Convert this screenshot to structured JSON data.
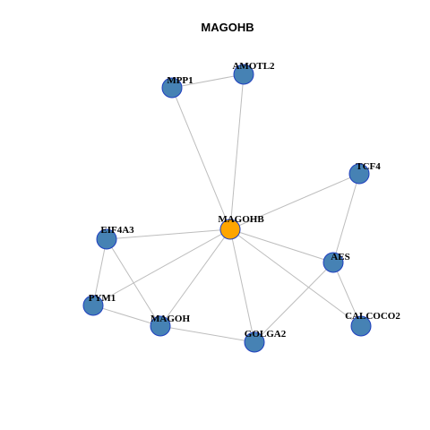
{
  "title": "MAGOHB",
  "colors": {
    "hub": "#FFA500",
    "node": "#4682B4",
    "node_border": "#2233BB",
    "edge": "#BDBDBD"
  },
  "nodes": [
    {
      "id": "MAGOHB",
      "label": "MAGOHB",
      "role": "hub"
    },
    {
      "id": "MPP1",
      "label": "MPP1",
      "role": "node"
    },
    {
      "id": "AMOTL2",
      "label": "AMOTL2",
      "role": "node"
    },
    {
      "id": "TCF4",
      "label": "TCF4",
      "role": "node"
    },
    {
      "id": "EIF4A3",
      "label": "EIF4A3",
      "role": "node"
    },
    {
      "id": "AES",
      "label": "AES",
      "role": "node"
    },
    {
      "id": "PYM1",
      "label": "PYM1",
      "role": "node"
    },
    {
      "id": "MAGOH",
      "label": "MAGOH",
      "role": "node"
    },
    {
      "id": "CALCOCO2",
      "label": "CALCOCO2",
      "role": "node"
    },
    {
      "id": "GOLGA2",
      "label": "GOLGA2",
      "role": "node"
    }
  ],
  "edges": [
    [
      "MPP1",
      "AMOTL2"
    ],
    [
      "MPP1",
      "MAGOHB"
    ],
    [
      "AMOTL2",
      "MAGOHB"
    ],
    [
      "TCF4",
      "MAGOHB"
    ],
    [
      "TCF4",
      "AES"
    ],
    [
      "EIF4A3",
      "MAGOHB"
    ],
    [
      "EIF4A3",
      "PYM1"
    ],
    [
      "EIF4A3",
      "MAGOH"
    ],
    [
      "MAGOHB",
      "AES"
    ],
    [
      "MAGOHB",
      "PYM1"
    ],
    [
      "MAGOHB",
      "MAGOH"
    ],
    [
      "MAGOHB",
      "GOLGA2"
    ],
    [
      "MAGOHB",
      "CALCOCO2"
    ],
    [
      "AES",
      "CALCOCO2"
    ],
    [
      "AES",
      "GOLGA2"
    ],
    [
      "PYM1",
      "MAGOH"
    ],
    [
      "MAGOH",
      "GOLGA2"
    ]
  ]
}
